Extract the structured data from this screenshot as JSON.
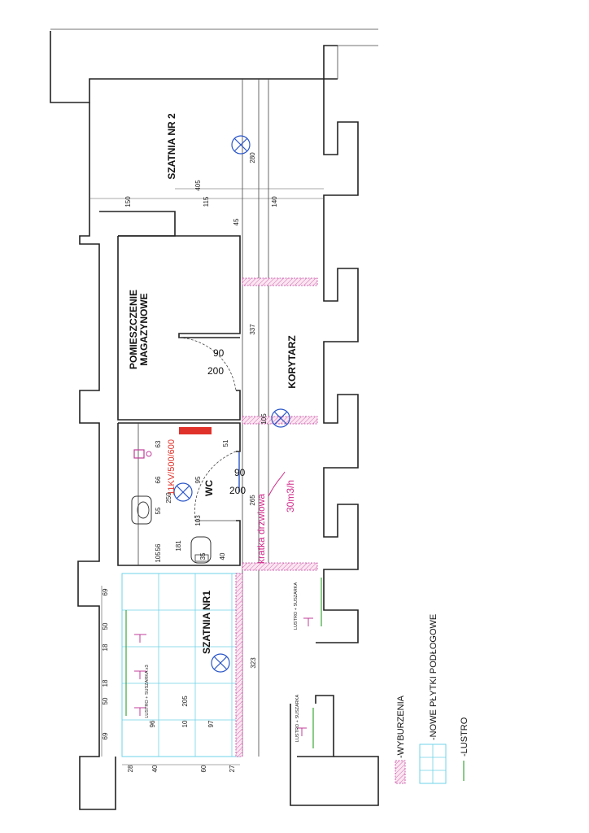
{
  "rooms": {
    "szatnia2": "SZATNIA NR 2",
    "pomieszczenie_line1": "POMIESZCZENIE",
    "pomieszczenie_line2": "MAGAZYNOWE",
    "korytarz": "KORYTARZ",
    "wc": "WC",
    "szatnia1": "SZATNIA NR1"
  },
  "labels": {
    "electrical": "11KV/500/600",
    "airflow": "30m3/h",
    "door_grille": "kratka drzwiowa",
    "mirror_dryer": "LUSTRO + SUSZARKA",
    "mirror_dryer_x3": "LUSTRO + SUSZARKA x3"
  },
  "dimensions": {
    "d405": "405",
    "d150": "150",
    "d115": "115",
    "d140": "140",
    "d280": "280",
    "d45": "45",
    "d337": "337",
    "door1_w": "90",
    "door1_h": "200",
    "door2_w": "90",
    "door2_h": "200",
    "d105": "105",
    "d51": "51",
    "d63": "63",
    "d66": "66",
    "d95": "95",
    "d250": "250",
    "d55": "55",
    "d103": "103",
    "d265": "265",
    "d35": "35",
    "d40": "40",
    "d181": "181",
    "d56": "56",
    "d105b": "105",
    "d323": "323",
    "d69a": "69",
    "d50a": "50",
    "d18a": "18",
    "d18b": "18",
    "d50b": "50",
    "d69b": "69",
    "d28": "28",
    "d40b": "40",
    "d60": "60",
    "d27": "27",
    "d96": "96",
    "d10": "10",
    "d97": "97",
    "d205": "205"
  },
  "legend": {
    "demolition": "-WYBURZENIA",
    "tiles": "-NOWE PŁYTKI PODŁOGOWE",
    "mirror": "-LUSTRO"
  },
  "colors": {
    "tile": "#6fd3e8",
    "demolition": "#c03c9a",
    "fan": "#2a56c8",
    "electrical": "#e0322a",
    "annotation": "#d12a8a",
    "mirror": "#3aa83a"
  }
}
